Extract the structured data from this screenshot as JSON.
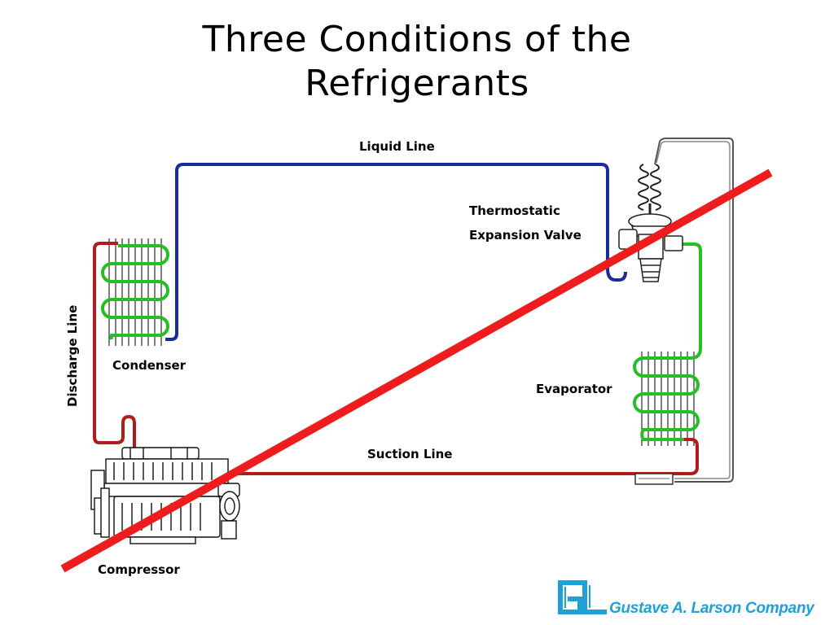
{
  "title": {
    "line1": "Three Conditions of the",
    "line2": "Refrigerants"
  },
  "labels": {
    "liquid_line": "Liquid Line",
    "txv_line1": "Thermostatic",
    "txv_line2": "Expansion Valve",
    "discharge_line": "Discharge Line",
    "condenser": "Condenser",
    "evaporator": "Evaporator",
    "suction_line": "Suction Line",
    "compressor": "Compressor"
  },
  "logo": {
    "text": "Gustave A. Larson Company",
    "mark": "GL"
  },
  "colors": {
    "liquid": "#1b2a9c",
    "vapor_hot": "#b01c1c",
    "mixed": "#22c022",
    "strike": "#ee1c1c",
    "logo": "#1ea0d8"
  }
}
